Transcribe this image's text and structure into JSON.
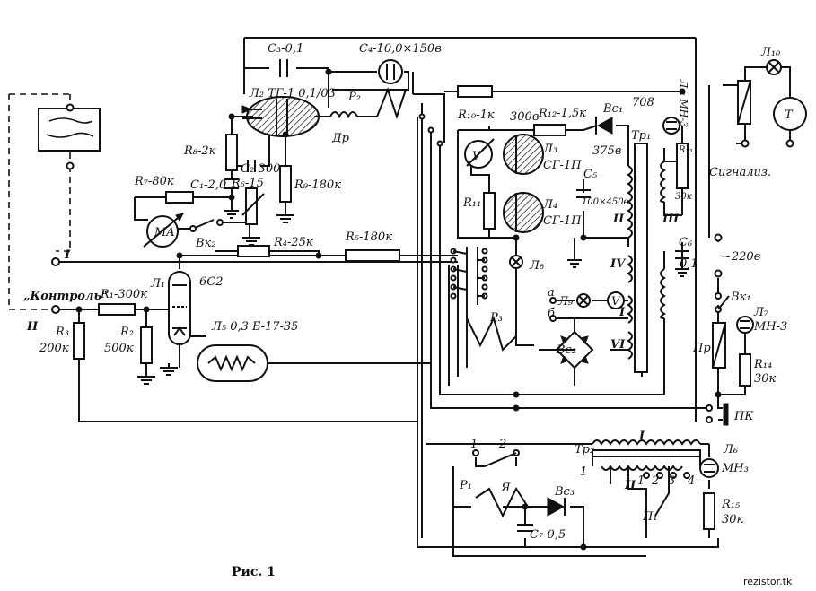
{
  "figure": {
    "caption": "Рис. 1",
    "watermark": "rezistor.tk"
  },
  "labels": {
    "c3": "C₃-0,1",
    "c4": "C₄-10,0×150в",
    "l2": "Л₂ ТГ-1 0,1/03",
    "p2": "P₂",
    "dr": "Др",
    "r8": "R₈-2к",
    "c2": "C₂-300",
    "r9": "R₉-180к",
    "r7": "R₇-80к",
    "c1": "C₁-2,0",
    "r6": "R₆-15",
    "ma": "MA",
    "vk2": "Вк₂",
    "r4": "R₄-25к",
    "r5": "R₅-180к",
    "r10": "R₁₀-1к",
    "r12": "R₁₂-1,5к",
    "vc1": "Вс₁",
    "v300": "300в",
    "v375": "375в",
    "v708": "708",
    "v_meter": "V",
    "l3": "Л₃",
    "l3_type": "СГ-1П",
    "l4": "Л₄",
    "l4_type": "СГ-1П",
    "c5": "C₅",
    "c5_val": "100×450в",
    "r11": "R₁₁",
    "tr1": "Тр₁",
    "r13": "R₁₃",
    "r13_val": "30к",
    "l11": "Л₁₁ МН-3",
    "l10": "Л₁₀",
    "t_dev": "T",
    "signal": "Сигнализ.",
    "c6": "C₆",
    "c6_val": "0,1",
    "mains": "~220в",
    "vk1": "Вк₁",
    "l7": "Л₇",
    "l7_type": "МН-3",
    "pr": "Пр",
    "r14": "R₁₄",
    "r14_val": "30к",
    "pk": "ПК",
    "l8": "Л₈",
    "a": "а",
    "b": "б",
    "l9": "Л₉",
    "v2": "V",
    "p3": "P₃",
    "vc2": "Вс₂",
    "w2": "II",
    "w3": "III",
    "w4": "IV",
    "w1": "I",
    "w6": "VI",
    "term1": "I",
    "term2": "II",
    "kontrol": "„Контроль\"",
    "r1": "R₁-300к",
    "l1": "Л₁",
    "l1_type": "6С2",
    "r3": "R₃",
    "r3_val": "200к",
    "r2": "R₂",
    "r2_val": "500к",
    "l5": "Л₅ 0,3 Б-17-35",
    "p1": "P₁",
    "ya": "Я",
    "vc3": "Вс₃",
    "c7": "C₇-0,5",
    "tr2": "Тр₂",
    "tr2_w1": "I",
    "tr2_w2": "II",
    "p1_contacts": [
      "1",
      "2"
    ],
    "tr2_taps": [
      "1",
      "2",
      "3",
      "4"
    ],
    "tr2_side1": "1",
    "pi1": "П₁",
    "l6": "Л₆",
    "l6_type": "МН₃",
    "r15": "R₁₅",
    "r15_val": "30к"
  }
}
